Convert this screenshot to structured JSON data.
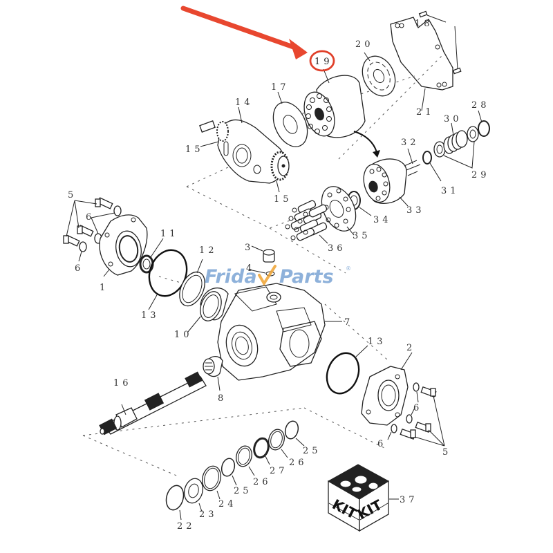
{
  "diagram": {
    "title": "Hydraulic pump exploded parts view",
    "highlight": {
      "part": "19",
      "arrow_color": "#e8472f",
      "circle_color": "#e0402a"
    },
    "watermark": {
      "text_a": "Frida",
      "text_b": "Parts",
      "mark": "®",
      "text_color": "#7fa7d6",
      "tick_color": "#f0a637"
    },
    "kit_box": {
      "face_left": "KIT",
      "face_right": "KIT"
    },
    "labels": {
      "p1": "1",
      "p2": "2",
      "p3": "3",
      "p4": "4",
      "p5a": "5",
      "p5b": "5",
      "p5c": "5",
      "p6a": "6",
      "p6b": "6",
      "p6c": "6",
      "p6d": "6",
      "p7": "7",
      "p8": "8",
      "p10": "10",
      "p11": "11",
      "p12": "12",
      "p13a": "13",
      "p13b": "13",
      "p14": "14",
      "p15a": "15",
      "p15b": "15",
      "p16": "16",
      "p17": "17",
      "p18": "18",
      "p19": "19",
      "p20": "20",
      "p21": "21",
      "p22": "22",
      "p23": "23",
      "p24": "24",
      "p25a": "25",
      "p25b": "25",
      "p26a": "26",
      "p26b": "26",
      "p27": "27",
      "p28": "28",
      "p29": "29",
      "p30": "30",
      "p31": "31",
      "p32": "32",
      "p33": "33",
      "p34": "34",
      "p35": "35",
      "p36": "36",
      "p37": "37"
    }
  }
}
